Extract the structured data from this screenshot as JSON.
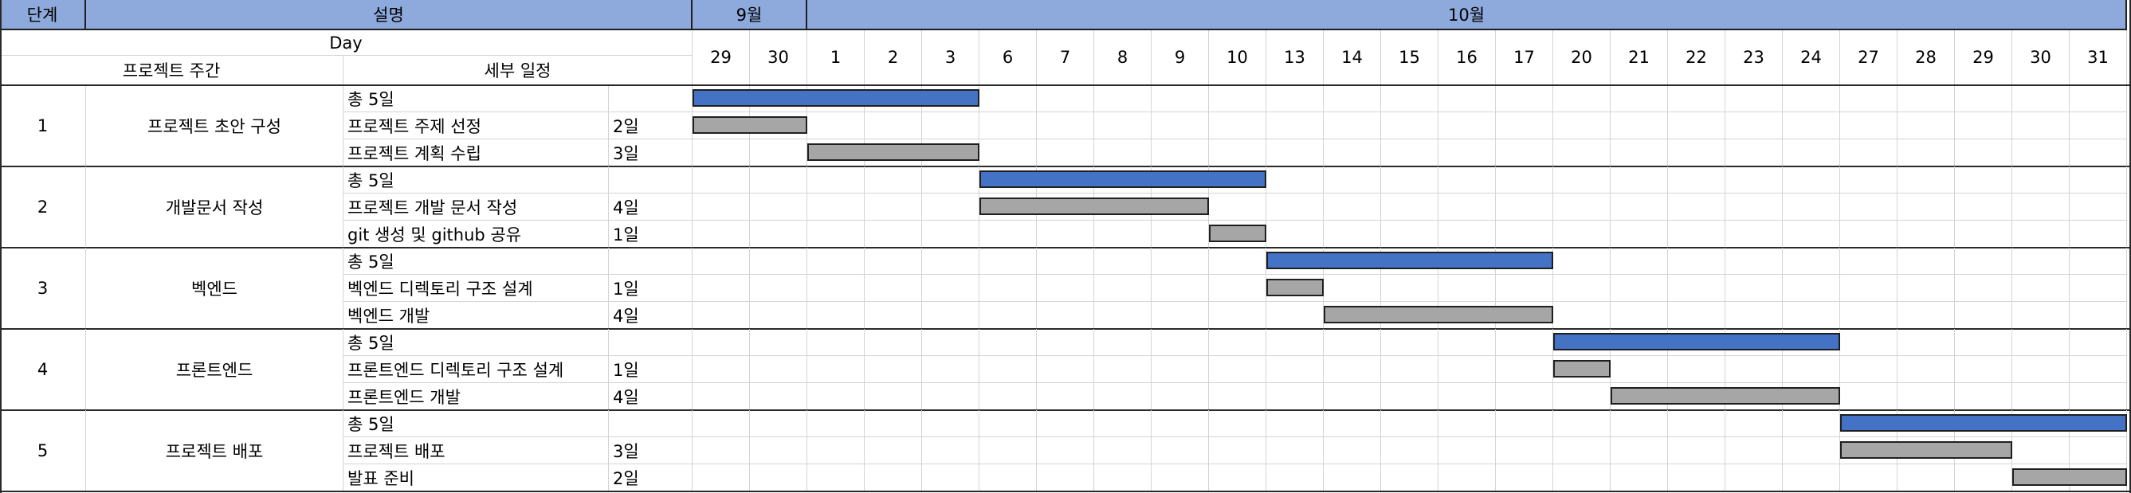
{
  "header": {
    "stage_label": "단계",
    "desc_label": "설명",
    "day_label": "Day",
    "period_label": "프로젝트 주간",
    "detail_label": "세부 일정",
    "months": [
      {
        "label": "9월",
        "first_col": 0,
        "span": 2
      },
      {
        "label": "10월",
        "first_col": 2,
        "span": 23
      }
    ],
    "days": [
      "29",
      "30",
      "1",
      "2",
      "3",
      "6",
      "7",
      "8",
      "9",
      "10",
      "13",
      "14",
      "15",
      "16",
      "17",
      "20",
      "21",
      "22",
      "23",
      "24",
      "27",
      "28",
      "29",
      "30",
      "31"
    ]
  },
  "colors": {
    "header": "#8ea9db",
    "total_bar": "#4472c4",
    "task_bar": "#a6a6a6",
    "grid": "#d4d4d4"
  },
  "stages": [
    {
      "id": "1",
      "name": "프로젝트 초안 구성",
      "rows": [
        {
          "label": "총 5일",
          "duration": "",
          "kind": "total",
          "start": 0,
          "end": 5
        },
        {
          "label": "프로젝트 주제 선정",
          "duration": "2일",
          "kind": "task",
          "start": 0,
          "end": 2
        },
        {
          "label": "프로젝트 계획 수립",
          "duration": "3일",
          "kind": "task",
          "start": 2,
          "end": 5
        }
      ]
    },
    {
      "id": "2",
      "name": "개발문서 작성",
      "rows": [
        {
          "label": "총 5일",
          "duration": "",
          "kind": "total",
          "start": 5,
          "end": 10
        },
        {
          "label": "프로젝트 개발 문서 작성",
          "duration": "4일",
          "kind": "task",
          "start": 5,
          "end": 9
        },
        {
          "label": "git 생성 및 github 공유",
          "duration": "1일",
          "kind": "task",
          "start": 9,
          "end": 10
        }
      ]
    },
    {
      "id": "3",
      "name": "벡엔드",
      "rows": [
        {
          "label": "총 5일",
          "duration": "",
          "kind": "total",
          "start": 10,
          "end": 15
        },
        {
          "label": "벡엔드 디렉토리 구조 설계",
          "duration": "1일",
          "kind": "task",
          "start": 10,
          "end": 11
        },
        {
          "label": "벡엔드 개발",
          "duration": "4일",
          "kind": "task",
          "start": 11,
          "end": 15
        }
      ]
    },
    {
      "id": "4",
      "name": "프론트엔드",
      "rows": [
        {
          "label": "총 5일",
          "duration": "",
          "kind": "total",
          "start": 15,
          "end": 20
        },
        {
          "label": "프론트엔드 디렉토리 구조 설계",
          "duration": "1일",
          "kind": "task",
          "start": 15,
          "end": 16
        },
        {
          "label": "프론트엔드 개발",
          "duration": "4일",
          "kind": "task",
          "start": 16,
          "end": 20
        }
      ]
    },
    {
      "id": "5",
      "name": "프로젝트 배포",
      "rows": [
        {
          "label": "총 5일",
          "duration": "",
          "kind": "total",
          "start": 20,
          "end": 25
        },
        {
          "label": "프로젝트 배포",
          "duration": "3일",
          "kind": "task",
          "start": 20,
          "end": 23
        },
        {
          "label": "발표 준비",
          "duration": "2일",
          "kind": "task",
          "start": 23,
          "end": 25
        }
      ]
    }
  ]
}
